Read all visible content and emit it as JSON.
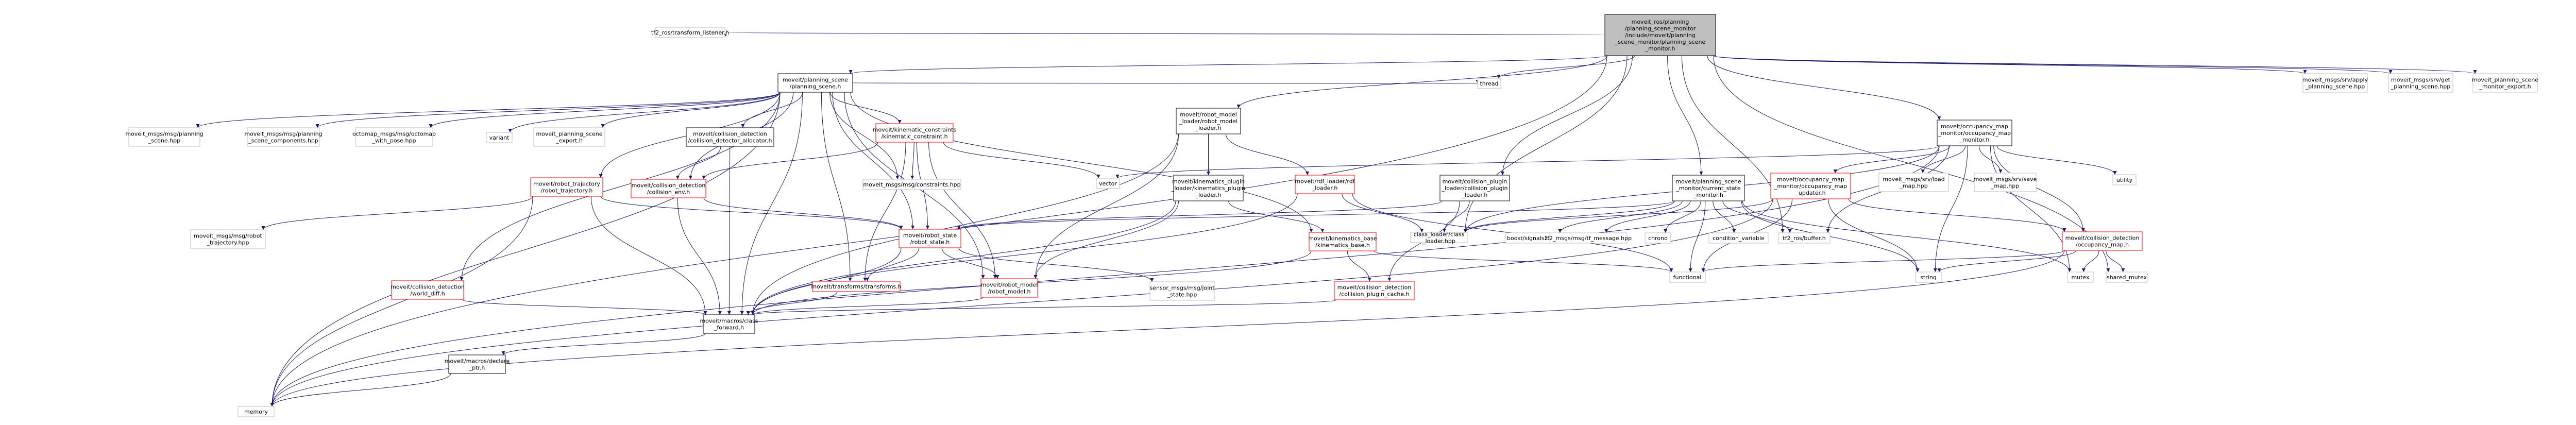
{
  "colors": {
    "node_fill": "#ffffff",
    "node_border": "#000000",
    "root_fill": "#bfbfbf",
    "linked_border": "#ff0000",
    "external_border": "#bfbfbf",
    "edge": "#191970"
  },
  "nodes": [
    {
      "id": "root",
      "style": "root",
      "lines": [
        "moveit_ros/planning",
        "/planning_scene_monitor",
        "/include/moveit/planning",
        "_scene_monitor/planning_scene",
        "_monitor.h"
      ]
    },
    {
      "id": "tf2_listener",
      "style": "external",
      "lines": [
        "tf2_ros/transform_listener.h"
      ]
    },
    {
      "id": "planning_scene",
      "style": "plain",
      "lines": [
        "moveit/planning_scene",
        "/planning_scene.h"
      ]
    },
    {
      "id": "thread",
      "style": "external",
      "lines": [
        "thread"
      ]
    },
    {
      "id": "rdf_loader",
      "style": "plain",
      "lines": [
        "moveit/robot_model",
        "_loader/robot_model",
        "_loader.h"
      ]
    },
    {
      "id": "collision_plugin_loader",
      "style": "plain",
      "lines": [
        "moveit/collision_plugin",
        "_loader/collision_plugin",
        "_loader.h"
      ]
    },
    {
      "id": "current_state_monitor",
      "style": "plain",
      "lines": [
        "moveit/planning_scene",
        "_monitor/current_state",
        "_monitor.h"
      ]
    },
    {
      "id": "occupancy_map_monitor",
      "style": "plain",
      "lines": [
        "moveit/occupancy_map",
        "_monitor/occupancy_map",
        "_monitor.h"
      ]
    },
    {
      "id": "apply_planning_scene",
      "style": "external",
      "lines": [
        "moveit_msgs/srv/apply",
        "_planning_scene.hpp"
      ]
    },
    {
      "id": "get_planning_scene",
      "style": "external",
      "lines": [
        "moveit_msgs/srv/get",
        "_planning_scene.hpp"
      ]
    },
    {
      "id": "psm_export",
      "style": "external",
      "lines": [
        "moveit_planning_scene",
        "_monitor_export.h"
      ]
    },
    {
      "id": "msg_planning_scene",
      "style": "external",
      "lines": [
        "moveit_msgs/msg/planning",
        "_scene.hpp"
      ]
    },
    {
      "id": "msg_scene_components",
      "style": "external",
      "lines": [
        "moveit_msgs/msg/planning",
        "_scene_components.hpp"
      ]
    },
    {
      "id": "octomap_with_pose",
      "style": "external",
      "lines": [
        "octomap_msgs/msg/octomap",
        "_with_pose.hpp"
      ]
    },
    {
      "id": "variant",
      "style": "external",
      "lines": [
        "variant"
      ]
    },
    {
      "id": "ps_export",
      "style": "external",
      "lines": [
        "moveit_planning_scene",
        "_export.h"
      ]
    },
    {
      "id": "detector_allocator",
      "style": "plain",
      "lines": [
        "moveit/collision_detection",
        "/collision_detector_allocator.h"
      ]
    },
    {
      "id": "kinematic_constraint",
      "style": "linked",
      "lines": [
        "moveit/kinematic_constraints",
        "/kinematic_constraint.h"
      ]
    },
    {
      "id": "vector",
      "style": "external",
      "lines": [
        "vector"
      ]
    },
    {
      "id": "rdf_loader_h",
      "style": "linked",
      "lines": [
        "moveit/rdf_loader/rdf",
        "_loader.h"
      ]
    },
    {
      "id": "kin_plugin_loader",
      "style": "plain",
      "lines": [
        "moveit/kinematics_plugin",
        "_loader/kinematics_plugin",
        "_loader.h"
      ]
    },
    {
      "id": "robot_trajectory",
      "style": "linked",
      "lines": [
        "moveit/robot_trajectory",
        "/robot_trajectory.h"
      ]
    },
    {
      "id": "collision_env",
      "style": "linked",
      "lines": [
        "moveit/collision_detection",
        "/collision_env.h"
      ]
    },
    {
      "id": "msg_constraints",
      "style": "external",
      "lines": [
        "moveit_msgs/msg/constraints.hpp"
      ]
    },
    {
      "id": "msg_robot_trajectory",
      "style": "external",
      "lines": [
        "moveit_msgs/msg/robot",
        "_trajectory.hpp"
      ]
    },
    {
      "id": "robot_state",
      "style": "linked",
      "lines": [
        "moveit/robot_state",
        "/robot_state.h"
      ]
    },
    {
      "id": "kinematics_base",
      "style": "linked",
      "lines": [
        "moveit/kinematics_base",
        "/kinematics_base.h"
      ]
    },
    {
      "id": "class_loader",
      "style": "external",
      "lines": [
        "class_loader/class",
        "_loader.hpp"
      ]
    },
    {
      "id": "world_diff",
      "style": "linked",
      "lines": [
        "moveit/collision_detection",
        "/world_diff.h"
      ]
    },
    {
      "id": "transforms",
      "style": "linked",
      "lines": [
        "moveit/transforms/transforms.h"
      ]
    },
    {
      "id": "robot_model",
      "style": "linked",
      "lines": [
        "moveit/robot_model",
        "/robot_model.h"
      ]
    },
    {
      "id": "joint_state",
      "style": "external",
      "lines": [
        "sensor_msgs/msg/joint",
        "_state.hpp"
      ]
    },
    {
      "id": "plugin_cache",
      "style": "linked",
      "lines": [
        "moveit/collision_detection",
        "/collision_plugin_cache.h"
      ]
    },
    {
      "id": "signals2",
      "style": "external",
      "lines": [
        "boost/signals2.hpp"
      ]
    },
    {
      "id": "tf_message",
      "style": "external",
      "lines": [
        "tf2_msgs/msg/tf_message.hpp"
      ]
    },
    {
      "id": "chrono",
      "style": "external",
      "lines": [
        "chrono"
      ]
    },
    {
      "id": "condition_variable",
      "style": "external",
      "lines": [
        "condition_variable"
      ]
    },
    {
      "id": "tf2_buffer",
      "style": "external",
      "lines": [
        "tf2_ros/buffer.h"
      ]
    },
    {
      "id": "functional",
      "style": "external",
      "lines": [
        "functional"
      ]
    },
    {
      "id": "string",
      "style": "external",
      "lines": [
        "string"
      ]
    },
    {
      "id": "mutex",
      "style": "external",
      "lines": [
        "mutex"
      ]
    },
    {
      "id": "shared_mutex",
      "style": "external",
      "lines": [
        "shared_mutex"
      ]
    },
    {
      "id": "updater",
      "style": "linked",
      "lines": [
        "moveit/occupancy_map",
        "_monitor/occupancy_map",
        "_updater.h"
      ]
    },
    {
      "id": "srv_load_map",
      "style": "external",
      "lines": [
        "moveit_msgs/srv/load",
        "_map.hpp"
      ]
    },
    {
      "id": "srv_save_map",
      "style": "external",
      "lines": [
        "moveit_msgs/srv/save",
        "_map.hpp"
      ]
    },
    {
      "id": "utility",
      "style": "external",
      "lines": [
        "utility"
      ]
    },
    {
      "id": "occupancy_map_h",
      "style": "linked",
      "lines": [
        "moveit/collision_detection",
        "/occupancy_map.h"
      ]
    },
    {
      "id": "class_forward",
      "style": "plain",
      "lines": [
        "moveit/macros/class",
        "_forward.h"
      ]
    },
    {
      "id": "declare_ptr",
      "style": "plain",
      "lines": [
        "moveit/macros/declare",
        "_ptr.h"
      ]
    },
    {
      "id": "memory",
      "style": "external",
      "lines": [
        "memory"
      ]
    }
  ],
  "edges": [
    [
      "root",
      "tf2_listener"
    ],
    [
      "root",
      "planning_scene"
    ],
    [
      "root",
      "thread"
    ],
    [
      "root",
      "rdf_loader"
    ],
    [
      "root",
      "collision_plugin_loader"
    ],
    [
      "root",
      "current_state_monitor"
    ],
    [
      "root",
      "occupancy_map_monitor"
    ],
    [
      "root",
      "apply_planning_scene"
    ],
    [
      "root",
      "get_planning_scene"
    ],
    [
      "root",
      "psm_export"
    ],
    [
      "root",
      "memory"
    ],
    [
      "root",
      "shared_mutex"
    ],
    [
      "root",
      "class_loader"
    ],
    [
      "root",
      "tf2_buffer"
    ],
    [
      "planning_scene",
      "msg_planning_scene"
    ],
    [
      "planning_scene",
      "msg_scene_components"
    ],
    [
      "planning_scene",
      "octomap_with_pose"
    ],
    [
      "planning_scene",
      "variant"
    ],
    [
      "planning_scene",
      "ps_export"
    ],
    [
      "planning_scene",
      "detector_allocator"
    ],
    [
      "planning_scene",
      "kinematic_constraint"
    ],
    [
      "planning_scene",
      "thread"
    ],
    [
      "planning_scene",
      "robot_trajectory"
    ],
    [
      "planning_scene",
      "collision_env"
    ],
    [
      "planning_scene",
      "world_diff"
    ],
    [
      "planning_scene",
      "robot_state"
    ],
    [
      "planning_scene",
      "transforms"
    ],
    [
      "planning_scene",
      "robot_model"
    ],
    [
      "planning_scene",
      "class_forward"
    ],
    [
      "planning_scene",
      "msg_constraints"
    ],
    [
      "planning_scene",
      "kinematics_base"
    ],
    [
      "planning_scene",
      "memory"
    ],
    [
      "detector_allocator",
      "collision_env"
    ],
    [
      "detector_allocator",
      "class_forward"
    ],
    [
      "kinematic_constraint",
      "vector"
    ],
    [
      "kinematic_constraint",
      "msg_constraints"
    ],
    [
      "kinematic_constraint",
      "robot_state"
    ],
    [
      "kinematic_constraint",
      "robot_model"
    ],
    [
      "kinematic_constraint",
      "transforms"
    ],
    [
      "kinematic_constraint",
      "collision_env"
    ],
    [
      "robot_trajectory",
      "msg_robot_trajectory"
    ],
    [
      "robot_trajectory",
      "robot_state"
    ],
    [
      "robot_trajectory",
      "class_forward"
    ],
    [
      "robot_trajectory",
      "memory"
    ],
    [
      "collision_env",
      "robot_state"
    ],
    [
      "collision_env",
      "class_forward"
    ],
    [
      "robot_state",
      "transforms"
    ],
    [
      "robot_state",
      "robot_model"
    ],
    [
      "robot_state",
      "joint_state"
    ],
    [
      "robot_state",
      "class_forward"
    ],
    [
      "transforms",
      "class_forward"
    ],
    [
      "robot_model",
      "class_forward"
    ],
    [
      "world_diff",
      "class_forward"
    ],
    [
      "rdf_loader",
      "rdf_loader_h"
    ],
    [
      "rdf_loader",
      "kin_plugin_loader"
    ],
    [
      "rdf_loader",
      "robot_model"
    ],
    [
      "rdf_loader",
      "class_forward"
    ],
    [
      "rdf_loader_h",
      "class_loader"
    ],
    [
      "rdf_loader_h",
      "class_forward"
    ],
    [
      "rdf_loader_h",
      "functional"
    ],
    [
      "kin_plugin_loader",
      "kinematics_base"
    ],
    [
      "kin_plugin_loader",
      "robot_model"
    ],
    [
      "kin_plugin_loader",
      "class_forward"
    ],
    [
      "kinematics_base",
      "plugin_cache"
    ],
    [
      "kinematics_base",
      "class_forward"
    ],
    [
      "kinematics_base",
      "functional"
    ],
    [
      "plugin_cache",
      "class_forward"
    ],
    [
      "collision_plugin_loader",
      "class_loader"
    ],
    [
      "collision_plugin_loader",
      "plugin_cache"
    ],
    [
      "collision_plugin_loader",
      "robot_state"
    ],
    [
      "current_state_monitor",
      "robot_state"
    ],
    [
      "current_state_monitor",
      "signals2"
    ],
    [
      "current_state_monitor",
      "tf_message"
    ],
    [
      "current_state_monitor",
      "chrono"
    ],
    [
      "current_state_monitor",
      "condition_variable"
    ],
    [
      "current_state_monitor",
      "tf2_buffer"
    ],
    [
      "current_state_monitor",
      "functional"
    ],
    [
      "current_state_monitor",
      "string"
    ],
    [
      "current_state_monitor",
      "mutex"
    ],
    [
      "current_state_monitor",
      "class_loader"
    ],
    [
      "occupancy_map_monitor",
      "updater"
    ],
    [
      "occupancy_map_monitor",
      "srv_load_map"
    ],
    [
      "occupancy_map_monitor",
      "srv_save_map"
    ],
    [
      "occupancy_map_monitor",
      "utility"
    ],
    [
      "occupancy_map_monitor",
      "occupancy_map_h"
    ],
    [
      "occupancy_map_monitor",
      "vector"
    ],
    [
      "occupancy_map_monitor",
      "tf2_buffer"
    ],
    [
      "occupancy_map_monitor",
      "string"
    ],
    [
      "occupancy_map_monitor",
      "mutex"
    ],
    [
      "occupancy_map_monitor",
      "class_loader"
    ],
    [
      "occupancy_map_monitor",
      "memory"
    ],
    [
      "updater",
      "occupancy_map_h"
    ],
    [
      "updater",
      "class_loader"
    ],
    [
      "updater",
      "functional"
    ],
    [
      "updater",
      "string"
    ],
    [
      "updater",
      "memory"
    ],
    [
      "occupancy_map_h",
      "functional"
    ],
    [
      "occupancy_map_h",
      "mutex"
    ],
    [
      "occupancy_map_h",
      "shared_mutex"
    ],
    [
      "occupancy_map_h",
      "string"
    ],
    [
      "occupancy_map_h",
      "memory"
    ],
    [
      "class_forward",
      "declare_ptr"
    ],
    [
      "declare_ptr",
      "memory"
    ]
  ]
}
